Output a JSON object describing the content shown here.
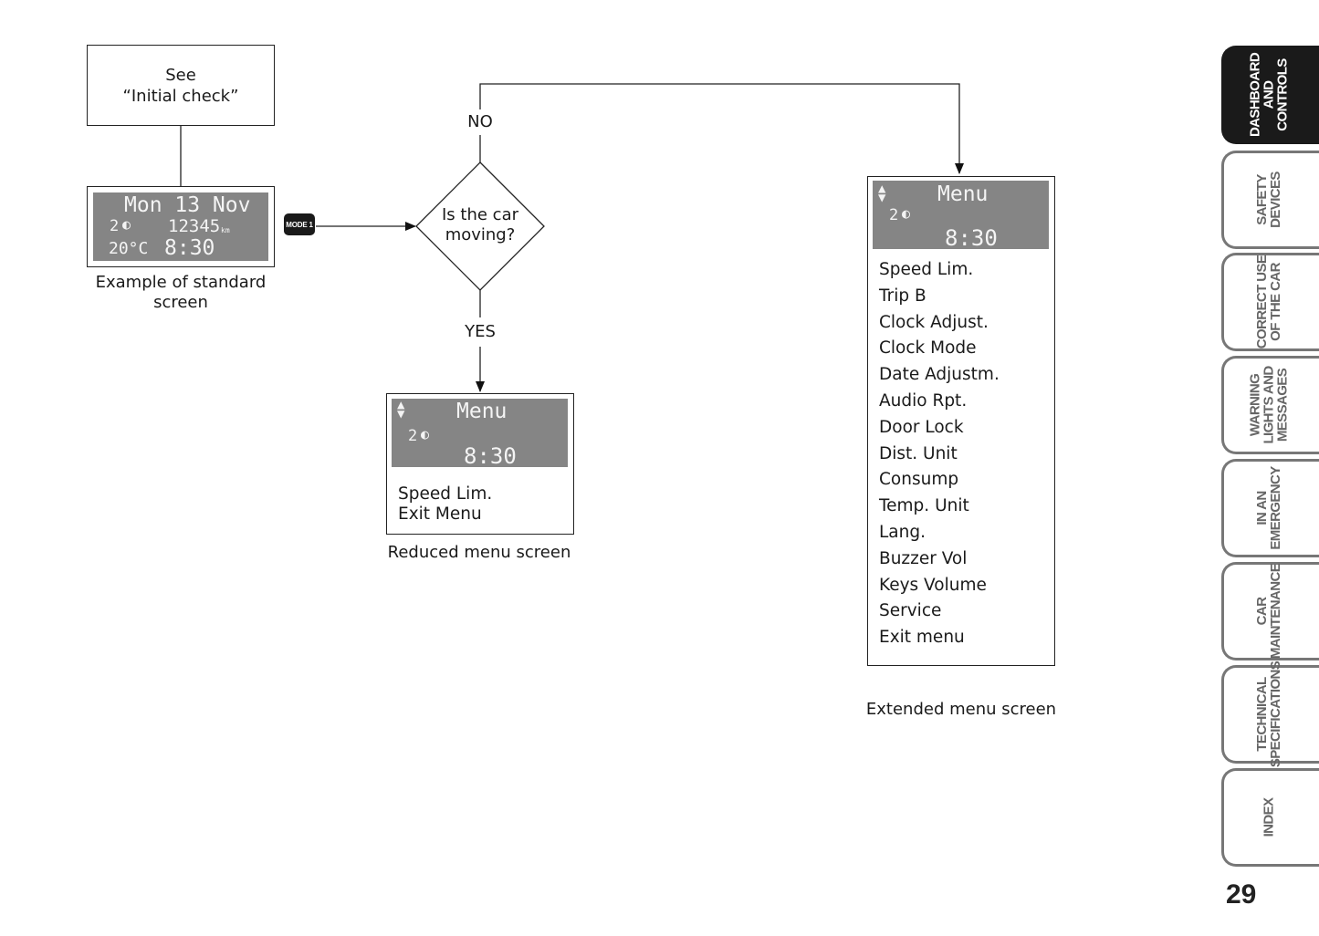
{
  "initial_check": {
    "line1": "See",
    "line2": "“Initial check”"
  },
  "standard_screen": {
    "date": "Mon 13 Nov",
    "gear": "2",
    "odometer": "12345",
    "odometer_unit": "km",
    "temperature": "20°C",
    "time": "8:30",
    "caption_line1": "Example of standard",
    "caption_line2": "screen"
  },
  "mode_button": {
    "label": "MODE 1"
  },
  "decision": {
    "line1": "Is the car",
    "line2": "moving?",
    "no_label": "NO",
    "yes_label": "YES"
  },
  "reduced_menu": {
    "title": "Menu",
    "gear": "2",
    "time": "8:30",
    "items": [
      "Speed Lim.",
      "Exit Menu"
    ],
    "caption": "Reduced menu screen"
  },
  "extended_menu": {
    "title": "Menu",
    "gear": "2",
    "time": "8:30",
    "items": [
      "Speed Lim.",
      "Trip B",
      "Clock Adjust.",
      "Clock Mode",
      "Date Adjustm.",
      "Audio Rpt.",
      "Door Lock",
      "Dist. Unit",
      "Consump",
      "Temp. Unit",
      "Lang.",
      "Buzzer Vol",
      "Keys Volume",
      "Service",
      "Exit menu"
    ],
    "caption": "Extended menu screen"
  },
  "side_tabs": [
    {
      "label": "DASHBOARD\nAND\nCONTROLS",
      "active": true
    },
    {
      "label": "SAFETY\nDEVICES",
      "active": false
    },
    {
      "label": "CORRECT USE\nOF THE CAR",
      "active": false
    },
    {
      "label": "WARNING\nLIGHTS AND\nMESSAGES",
      "active": false
    },
    {
      "label": "IN AN\nEMERGENCY",
      "active": false
    },
    {
      "label": "CAR\nMAINTENANCE",
      "active": false
    },
    {
      "label": "TECHNICAL\nSPECIFICATIONS",
      "active": false
    },
    {
      "label": "INDEX",
      "active": false
    }
  ],
  "page_number": "29",
  "colors": {
    "lcd_background": "#858585",
    "lcd_text": "#f4f4f4",
    "active_tab": "#1a1a1a",
    "inactive_tab_border": "#777777"
  }
}
